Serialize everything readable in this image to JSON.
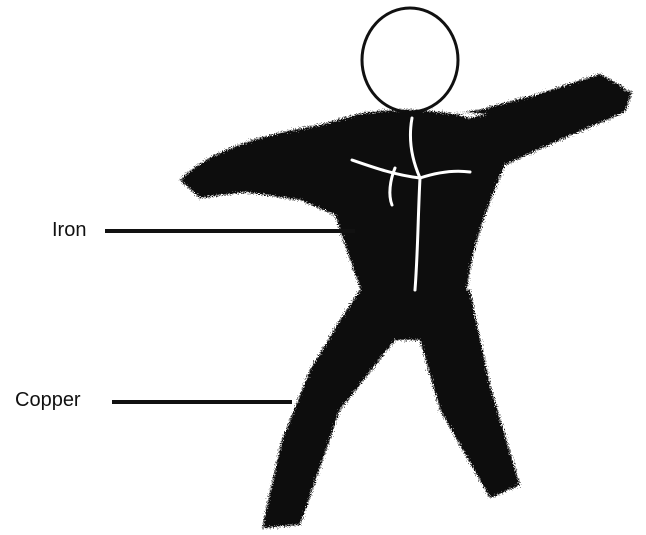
{
  "labels": {
    "iron": "Iron",
    "copper": "Copper"
  },
  "colors": {
    "background": "#ffffff",
    "ink": "#111111",
    "copper_fill": "#0d0d0d",
    "veins": "#ffffff"
  },
  "figure": {
    "head_icon": "circle-outline",
    "body_icon": "iron-filings-texture",
    "legs_icon": "solid-copper-fill"
  }
}
